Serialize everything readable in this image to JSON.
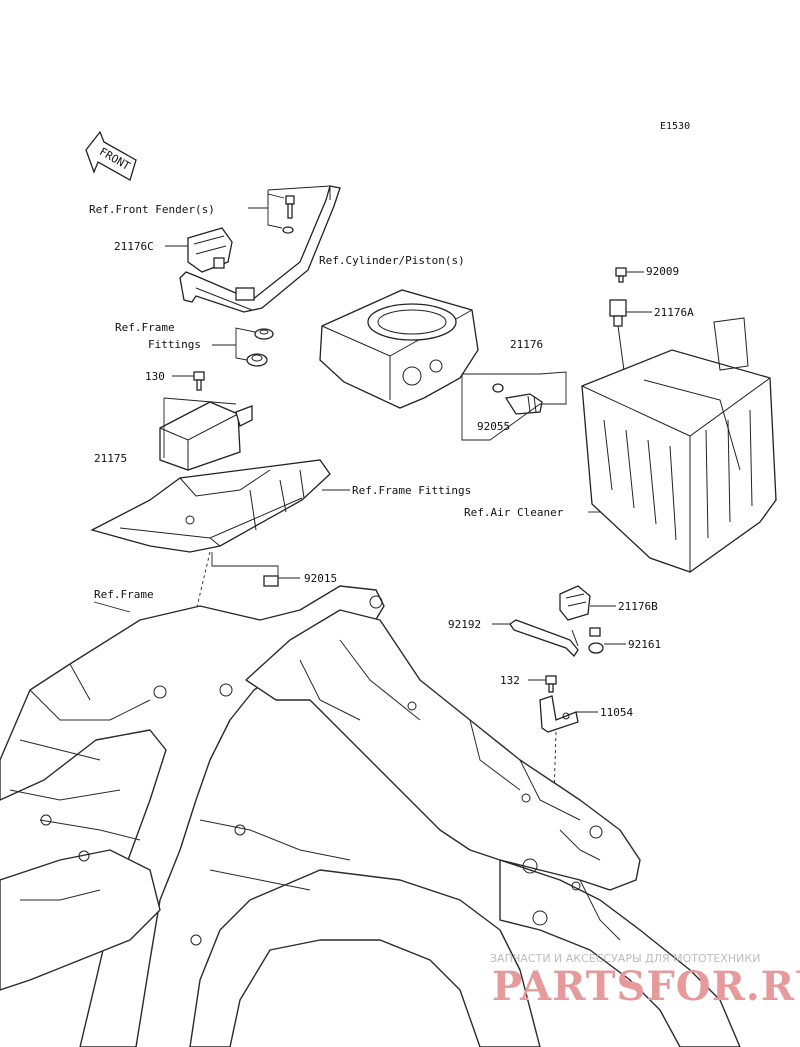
{
  "diagram_code": "E1530",
  "front_arrow_text": "FRONT",
  "labels": {
    "ref_front_fender": "Ref.Front Fender(s)",
    "p21176C": "21176C",
    "ref_frame_fittings_1": "Ref.Frame",
    "ref_frame_fittings_2": "Fittings",
    "p130": "130",
    "p21175": "21175",
    "ref_cylinder_piston": "Ref.Cylinder/Piston(s)",
    "p21176": "21176",
    "p92055": "92055",
    "p92009": "92009",
    "p21176A": "21176A",
    "ref_frame_fittings_right": "Ref.Frame Fittings",
    "ref_air_cleaner": "Ref.Air Cleaner",
    "p92015": "92015",
    "ref_frame": "Ref.Frame",
    "p92192": "92192",
    "p21176B": "21176B",
    "p92161": "92161",
    "p132": "132",
    "p11054": "11054"
  },
  "watermark": {
    "top": "ЗАПЧАСТИ И АКСЕССУАРЫ ДЛЯ МОТОТЕХНИКИ",
    "brand": "PARTSFOR.RU"
  }
}
